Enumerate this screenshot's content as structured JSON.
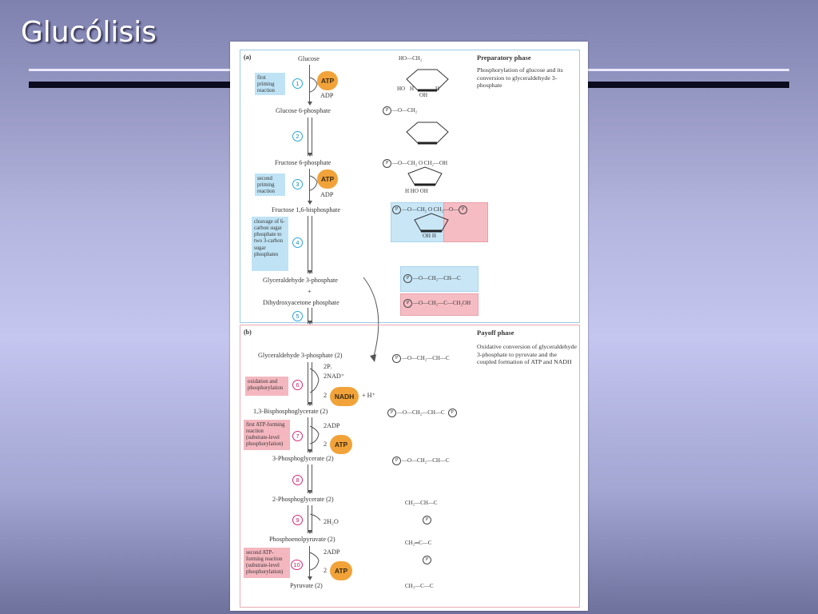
{
  "slide": {
    "title": "Glucólisis"
  },
  "panel_a": {
    "tag": "(a)",
    "phase_title": "Preparatory phase",
    "phase_desc": "Phosphorylation of glucose and its conversion to glyceraldehyde 3-phosphate",
    "metabolites": [
      "Glucose",
      "Glucose 6-phosphate",
      "Fructose 6-phosphate",
      "Fructose 1,6-bisphosphate",
      "Glyceraldehyde 3-phosphate",
      "+",
      "Dihydroxyacetone phosphate"
    ],
    "steps": [
      "1",
      "2",
      "3",
      "4",
      "5"
    ],
    "labels": {
      "s1": "first priming reaction",
      "s3": "second priming reaction",
      "s4": "cleavage of 6-carbon sugar phosphate to two 3-carbon sugar phosphates"
    },
    "cofactors": {
      "atp1": "ATP",
      "adp1": "ADP",
      "atp2": "ATP",
      "adp2": "ADP"
    },
    "structures": {
      "glucose_top": "HO—CH₂",
      "g_ring_1": "H",
      "g_ring_2": "OH",
      "g_ring_3": "HO",
      "g_ring_4": "H",
      "g6p_top": "—O—CH₂",
      "f6p_line": "—O—CH₂  O   CH₂—OH",
      "f6p_sub": "H   HO   OH",
      "fbp_line": "—O—CH₂  O   CH₂—O—",
      "fbp_sub": "OH   H",
      "gap_struct": "—O—CH₂—CH—C",
      "dhap_struct": "—O—CH₂—C—CH₂OH"
    }
  },
  "panel_b": {
    "tag": "(b)",
    "phase_title": "Payoff phase",
    "phase_desc": "Oxidative conversion of glyceraldehyde 3-phosphate to pyruvate and the coupled formation of ATP and NADH",
    "metabolites": [
      "Glyceraldehyde 3-phosphate (2)",
      "1,3-Bisphosphoglycerate (2)",
      "3-Phosphoglycerate (2)",
      "2-Phosphoglycerate (2)",
      "Phosphoenolpyruvate (2)",
      "Pyruvate (2)"
    ],
    "steps": [
      "6",
      "7",
      "8",
      "9",
      "10"
    ],
    "labels": {
      "s6": "oxidation and phosphorylation",
      "s7": "first ATP-forming reaction (substrate-level phosphorylation)",
      "s10": "second ATP-forming reaction (substrate-level phosphorylation)"
    },
    "cofactors": {
      "pi": "2Pᵢ",
      "nad": "2NAD⁺",
      "nadh_pre": "2",
      "nadh": "NADH",
      "h": "+ H⁺",
      "adp7": "2ADP",
      "atp7_pre": "2",
      "atp7": "ATP",
      "h2o": "2H₂O",
      "adp10": "2ADP",
      "atp10_pre": "2",
      "atp10": "ATP"
    },
    "structures": {
      "gap": "—O—CH₂—CH—C",
      "bpg": "—O—CH₂—CH—C",
      "pg3": "—O—CH₂—CH—C",
      "pg2": "CH₂—CH—C",
      "pep": "CH₂═C—C",
      "pyr": "CH₃—C—C"
    }
  }
}
